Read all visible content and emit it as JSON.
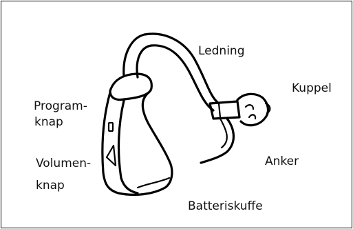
{
  "labels": {
    "ledning": "Ledning",
    "kuppel": "Kuppel",
    "program_line1": "Program-",
    "program_line2": "knap",
    "anker": "Anker",
    "volumen_line1": "Volumen-",
    "volumen_line2": "knap",
    "batteriskuffe": "Batteriskuffe"
  }
}
